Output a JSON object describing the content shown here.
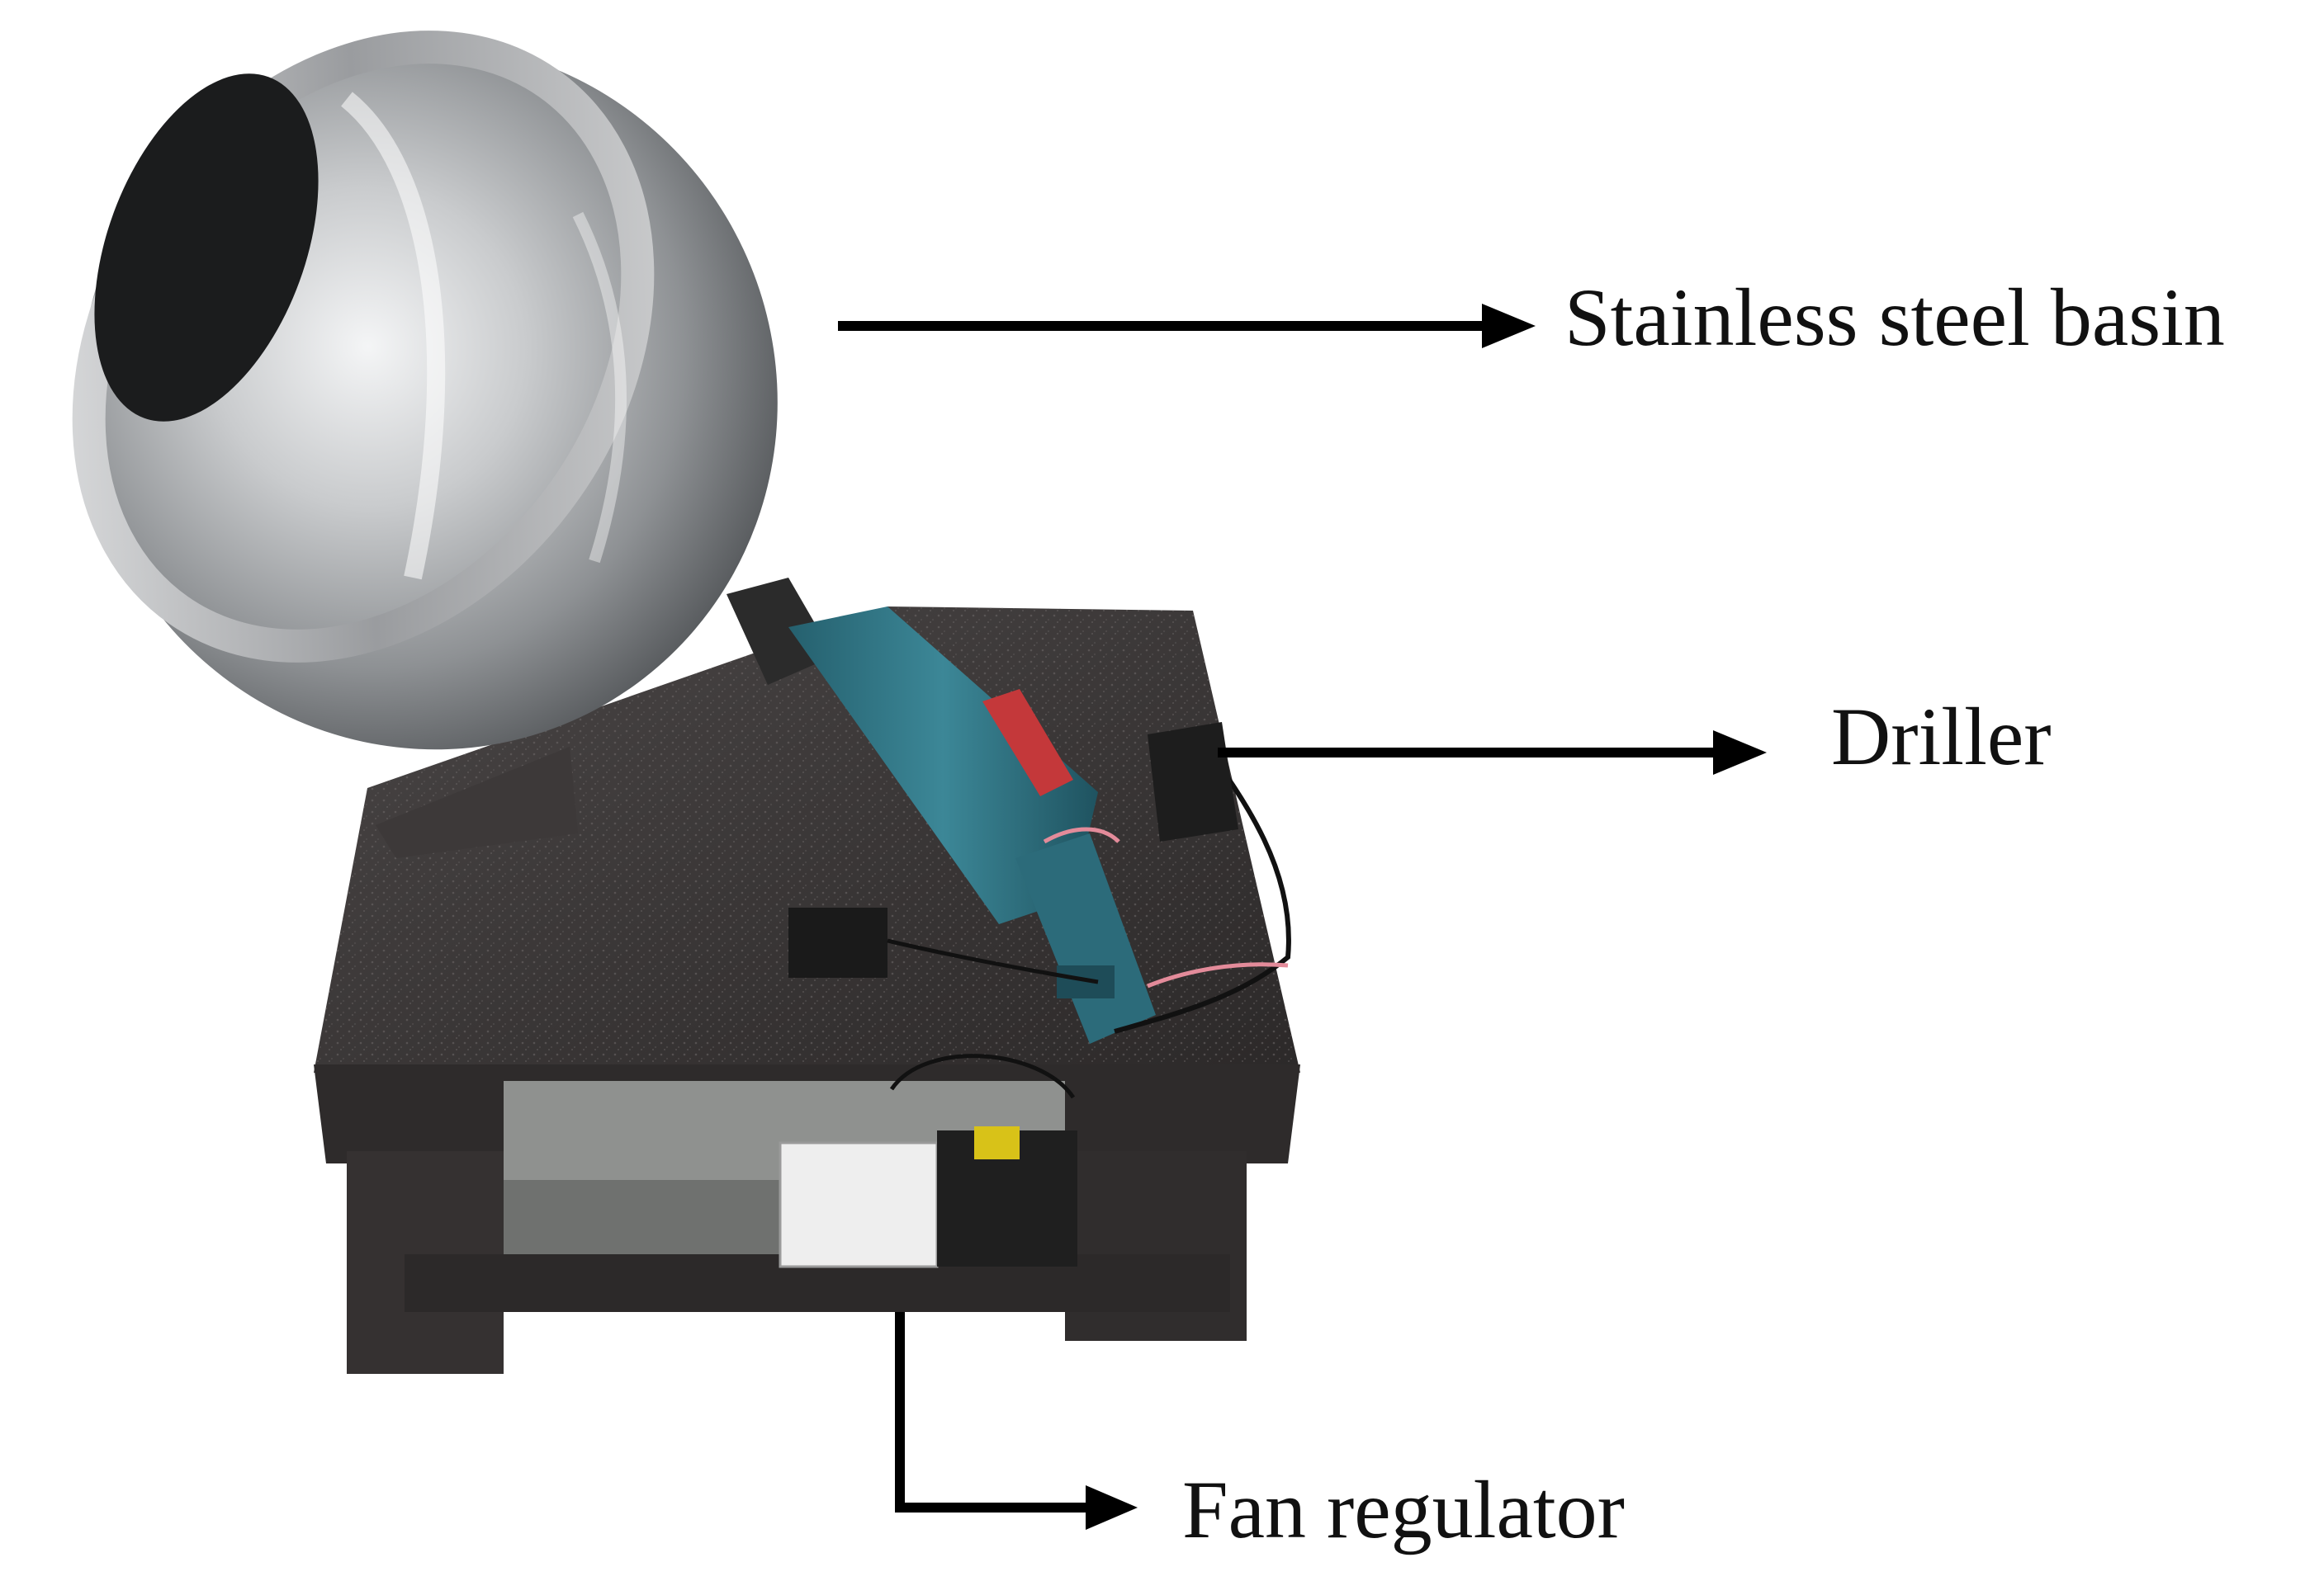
{
  "colors": {
    "background": "#ffffff",
    "arrow": "#000000",
    "basin_steel": "#c9cbcd",
    "stand": "#3b3838",
    "drill_body": "#2f6f7f",
    "regulator_box": "#f2f2f2"
  },
  "labels": {
    "basin": "Stainless steel basin",
    "driller": "Driller",
    "fan_regulator": "Fan regulator"
  }
}
